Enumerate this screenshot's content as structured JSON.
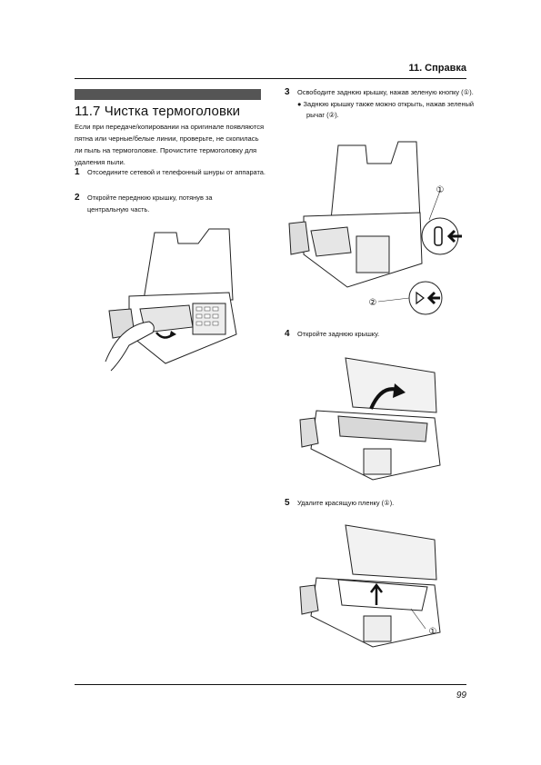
{
  "header": {
    "chapter": "11. Справка"
  },
  "section": {
    "title": "11.7 Чистка термоголовки",
    "intro": "Если при передаче/копировании на оригинале появляются пятна или черные/белые линии, проверьте, не скопилась ли пыль на термоголовке. Прочистите термоголовку для удаления пыли."
  },
  "steps": [
    {
      "num": "1",
      "text": "Отсоедините сетевой и телефонный шнуры от аппарата."
    },
    {
      "num": "2",
      "text": "Откройте переднюю крышку, потянув за центральную часть."
    },
    {
      "num": "3",
      "text": "Освободите заднюю крышку, нажав зеленую кнопку (①).",
      "bullet": "Заднюю крышку также можно открыть, нажав зеленый рычаг (②)."
    },
    {
      "num": "4",
      "text": "Откройте заднюю крышку."
    },
    {
      "num": "5",
      "text": "Удалите красящую пленку (①)."
    }
  ],
  "callouts": {
    "one": "①",
    "two": "②"
  },
  "footer": {
    "page": "99"
  }
}
